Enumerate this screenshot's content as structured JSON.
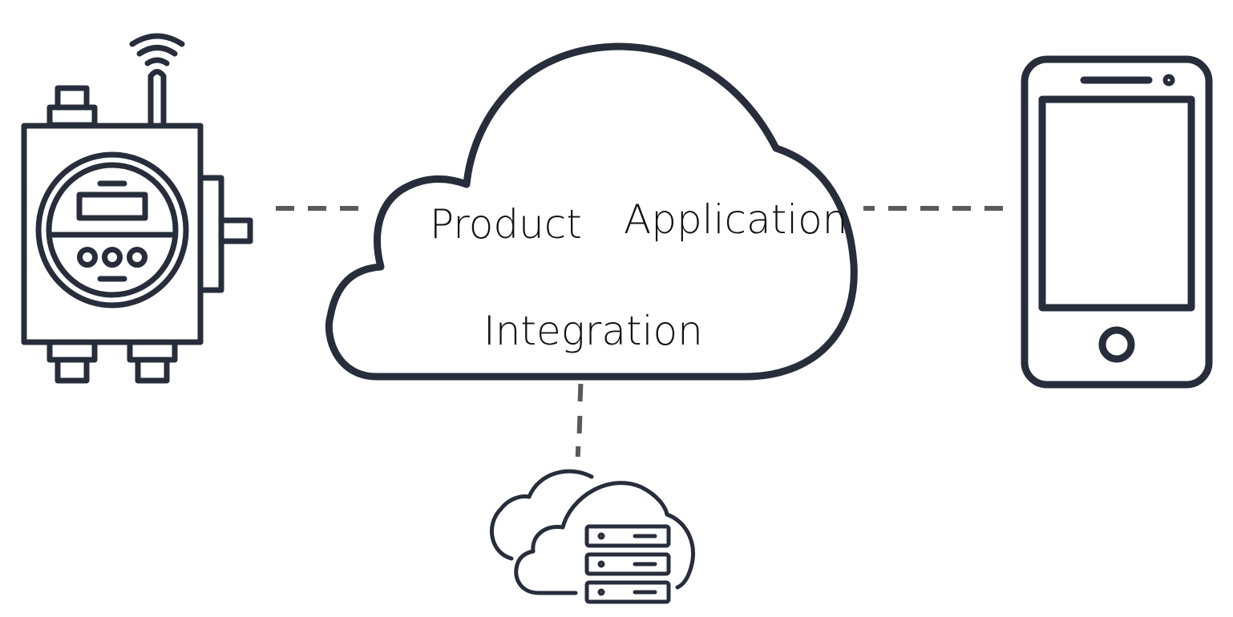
{
  "diagram": {
    "title": "",
    "colors": {
      "ink": "#272d3b",
      "connector": "#5a5a5a",
      "background": "#ffffff",
      "text": "#111111"
    },
    "nodes": [
      {
        "id": "device",
        "icon": "wireless-meter-device-icon",
        "label": ""
      },
      {
        "id": "cloud",
        "icon": "cloud-icon",
        "label": ""
      },
      {
        "id": "phone",
        "icon": "smartphone-icon",
        "label": ""
      },
      {
        "id": "server",
        "icon": "cloud-server-icon",
        "label": ""
      }
    ],
    "cloud_labels": {
      "product": "Product",
      "application": "Application",
      "integration": "Integration"
    },
    "connections": [
      {
        "from": "device",
        "to": "cloud",
        "style": "dashed"
      },
      {
        "from": "cloud",
        "to": "phone",
        "style": "dashed"
      },
      {
        "from": "cloud",
        "to": "server",
        "style": "dashed"
      }
    ]
  }
}
